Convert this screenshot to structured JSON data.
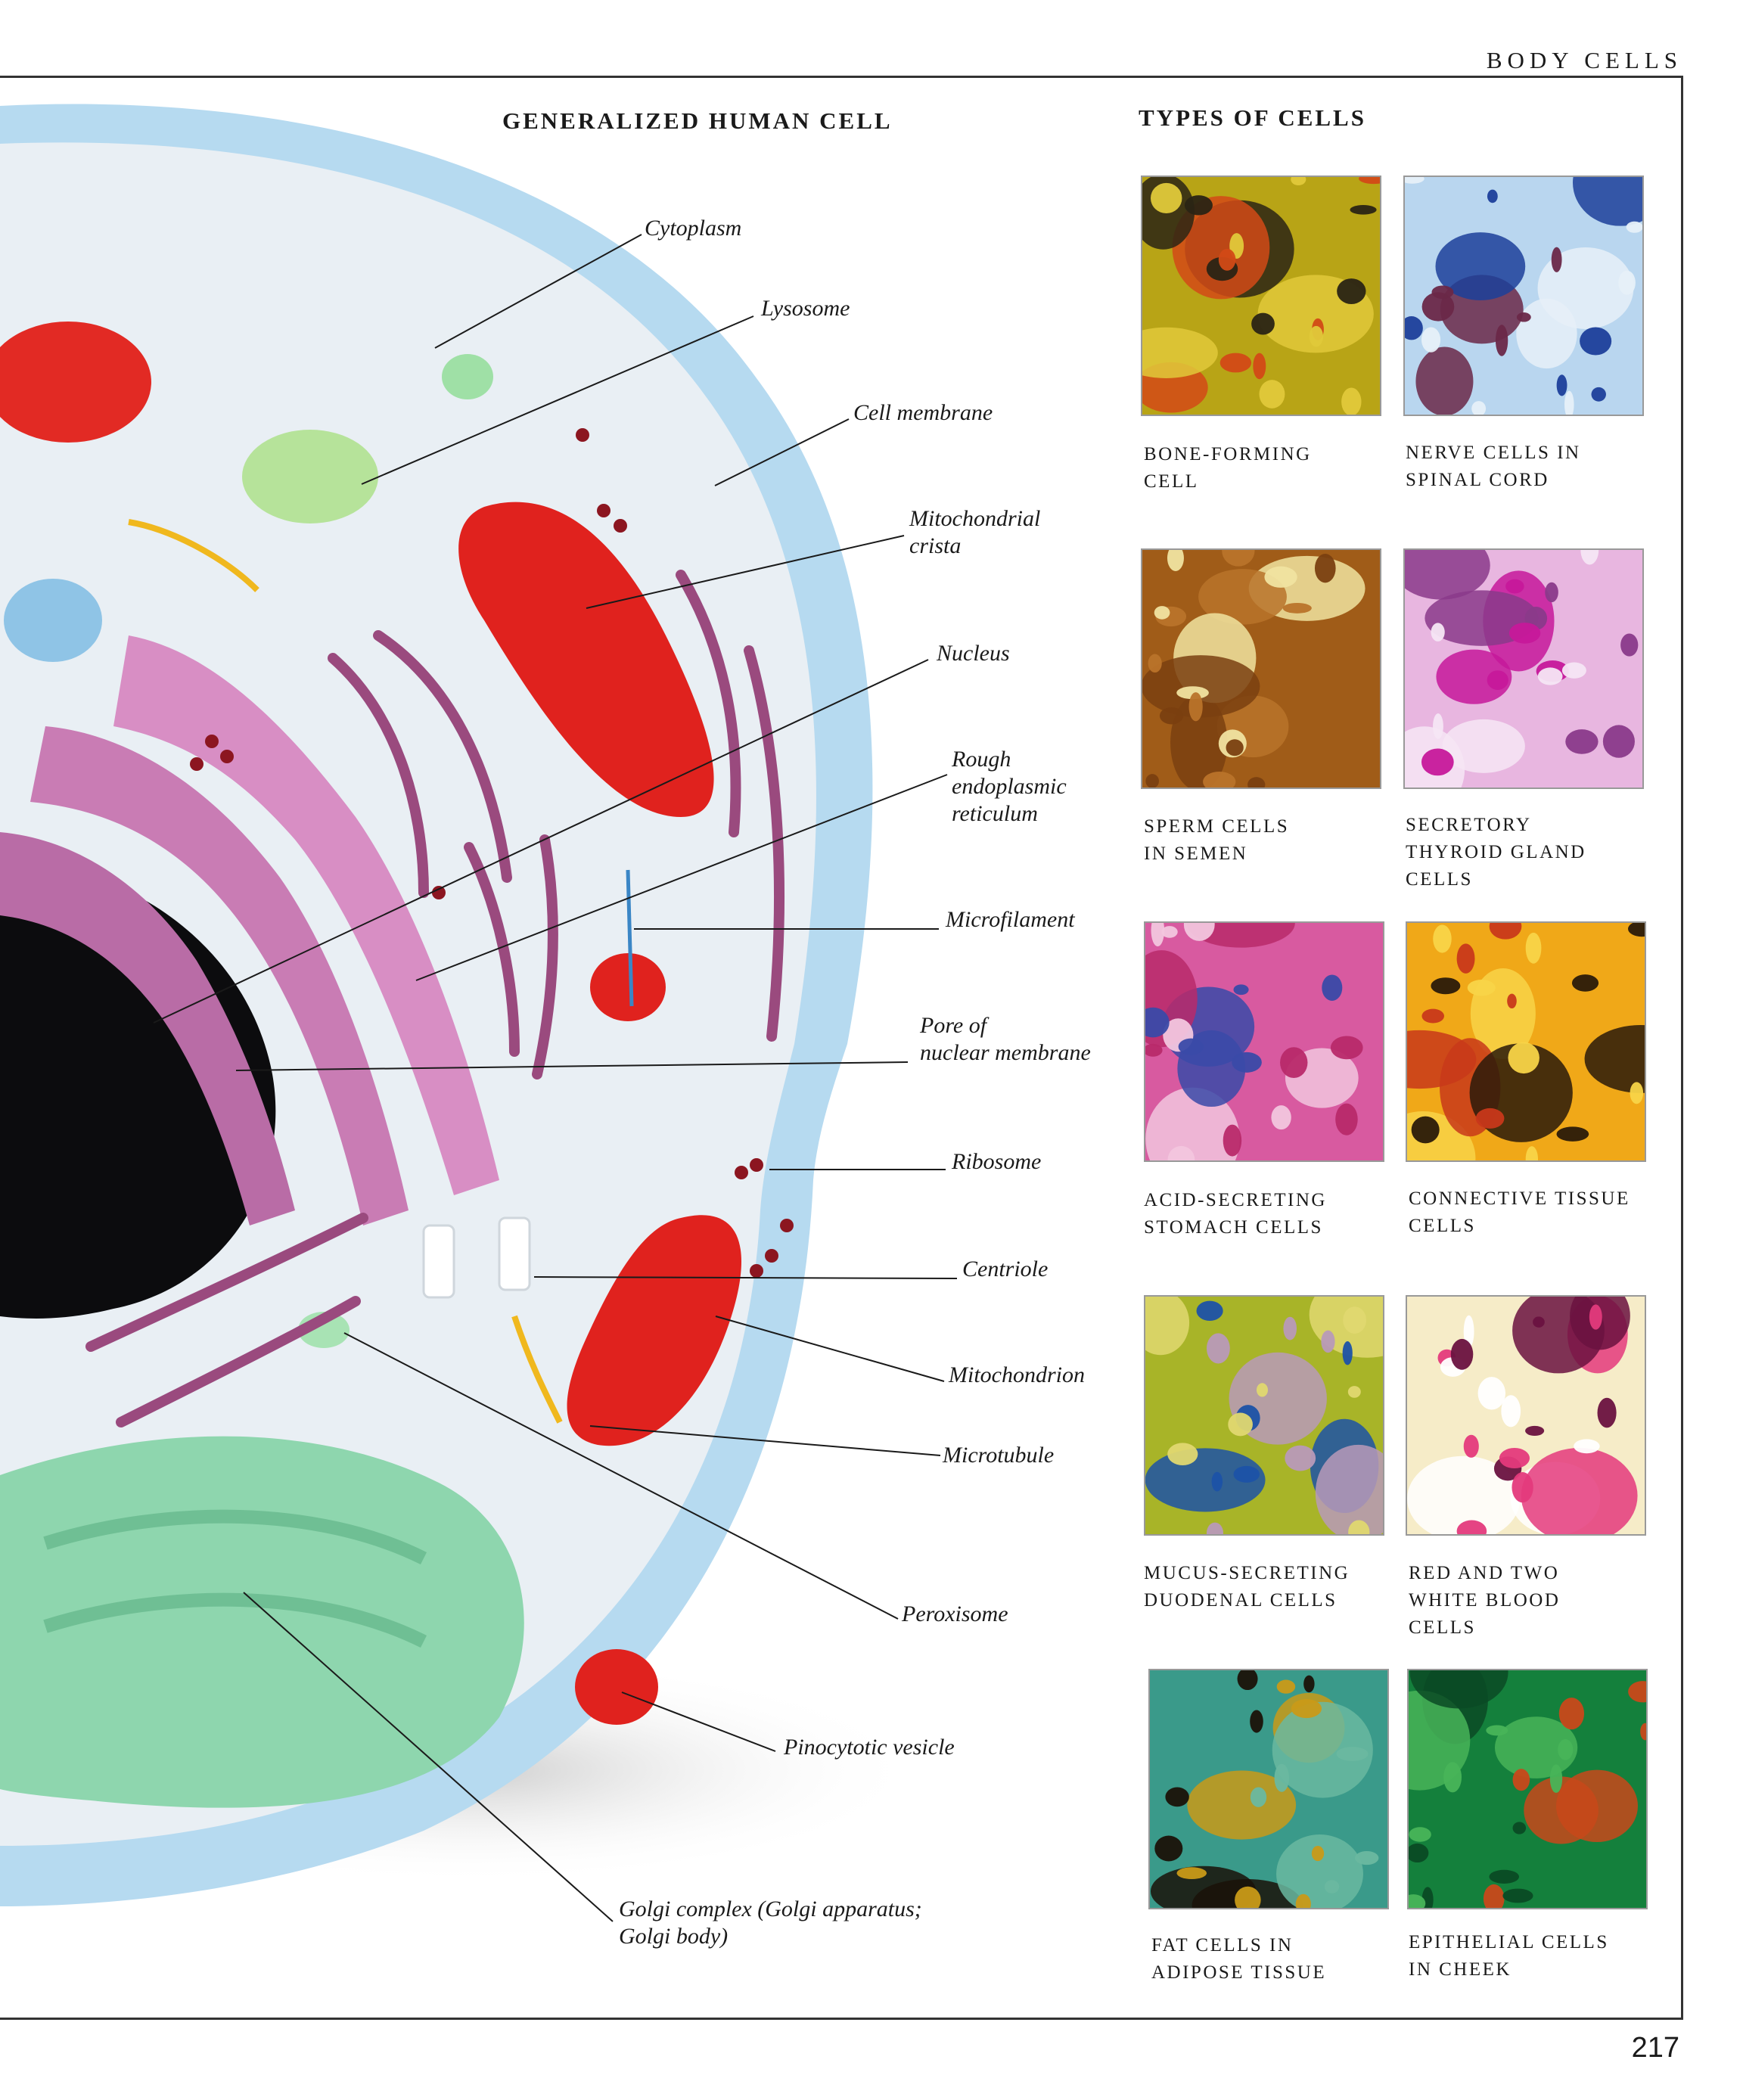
{
  "header": {
    "section": "BODY CELLS",
    "page_number": "217"
  },
  "diagram": {
    "title": "GENERALIZED HUMAN CELL",
    "labels": [
      {
        "id": "cytoplasm",
        "text": "Cytoplasm"
      },
      {
        "id": "lysosome",
        "text": "Lysosome"
      },
      {
        "id": "cell_membrane",
        "text": "Cell membrane"
      },
      {
        "id": "mito_crista_1",
        "text": "Mitochondrial"
      },
      {
        "id": "mito_crista_2",
        "text": "crista"
      },
      {
        "id": "nucleus",
        "text": "Nucleus"
      },
      {
        "id": "rer_1",
        "text": "Rough"
      },
      {
        "id": "rer_2",
        "text": "endoplasmic"
      },
      {
        "id": "rer_3",
        "text": "reticulum"
      },
      {
        "id": "microfilament",
        "text": "Microfilament"
      },
      {
        "id": "pore_1",
        "text": "Pore of"
      },
      {
        "id": "pore_2",
        "text": "nuclear membrane"
      },
      {
        "id": "ribosome",
        "text": "Ribosome"
      },
      {
        "id": "centriole",
        "text": "Centriole"
      },
      {
        "id": "mitochondrion",
        "text": "Mitochondrion"
      },
      {
        "id": "microtubule",
        "text": "Microtubule"
      },
      {
        "id": "peroxisome",
        "text": "Peroxisome"
      },
      {
        "id": "pinocytotic",
        "text": "Pinocytotic vesicle"
      },
      {
        "id": "golgi_1",
        "text": "Golgi complex (Golgi apparatus;"
      },
      {
        "id": "golgi_2",
        "text": "Golgi body)"
      }
    ]
  },
  "cell_types": {
    "title": "TYPES OF CELLS",
    "items": [
      {
        "lines": [
          "BONE-FORMING",
          "CELL"
        ],
        "palette": [
          "#b8a416",
          "#e0c93a",
          "#d24a16",
          "#2a2414"
        ]
      },
      {
        "lines": [
          "NERVE CELLS IN",
          "SPINAL CORD"
        ],
        "palette": [
          "#b9d6ef",
          "#e6f0f8",
          "#1c3f9a",
          "#6a2848"
        ]
      },
      {
        "lines": [
          "SPERM CELLS",
          "IN SEMEN"
        ],
        "palette": [
          "#a05c18",
          "#b9732a",
          "#f0e3a0",
          "#7a3f10"
        ]
      },
      {
        "lines": [
          "SECRETORY",
          "THYROID GLAND",
          "CELLS"
        ],
        "palette": [
          "#e8b6e0",
          "#f6e6f4",
          "#c6189a",
          "#8a3a8a"
        ]
      },
      {
        "lines": [
          "ACID-SECRETING",
          "STOMACH CELLS"
        ],
        "palette": [
          "#d85aa0",
          "#f2c6de",
          "#3a4aa8",
          "#b82a6a"
        ]
      },
      {
        "lines": [
          "CONNECTIVE TISSUE",
          "CELLS"
        ],
        "palette": [
          "#f0a818",
          "#f8d448",
          "#c8381a",
          "#2a1a0a"
        ]
      },
      {
        "lines": [
          "MUCUS-SECRETING",
          "DUODENAL CELLS"
        ],
        "palette": [
          "#a8b428",
          "#e0d870",
          "#1c52a6",
          "#b89ab8"
        ]
      },
      {
        "lines": [
          "RED AND TWO",
          "WHITE BLOOD",
          "CELLS"
        ],
        "palette": [
          "#f6ecc8",
          "#e43a7c",
          "#ffffff",
          "#6a1240"
        ]
      },
      {
        "lines": [
          "FAT CELLS IN",
          "ADIPOSE TISSUE"
        ],
        "palette": [
          "#3a9a8a",
          "#c99a18",
          "#1a1208",
          "#6ab8a0"
        ]
      },
      {
        "lines": [
          "EPITHELIAL CELLS",
          "IN CHEEK"
        ],
        "palette": [
          "#14803c",
          "#48b458",
          "#0a4a24",
          "#c8481a"
        ]
      }
    ]
  }
}
